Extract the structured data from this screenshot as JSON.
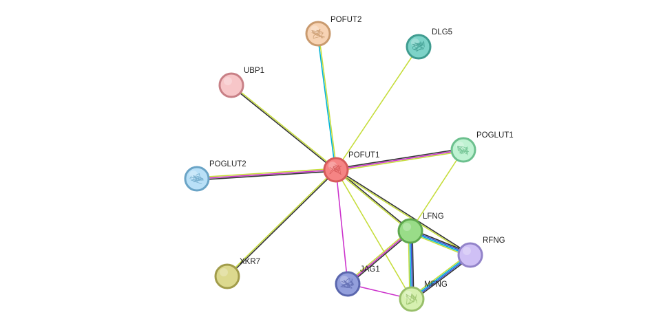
{
  "network": {
    "nodes": [
      {
        "id": "POFUT1",
        "label": "POFUT1",
        "fill": "#f58484",
        "stroke": "#d65a5a",
        "glyph": "structure"
      },
      {
        "id": "POFUT2",
        "label": "POFUT2",
        "fill": "#f7d3b4",
        "stroke": "#c99a6e",
        "glyph": "structure"
      },
      {
        "id": "DLG5",
        "label": "DLG5",
        "fill": "#7dd3c8",
        "stroke": "#3f9c90",
        "glyph": "structure"
      },
      {
        "id": "UBP1",
        "label": "UBP1",
        "fill": "#f7c6c8",
        "stroke": "#c88086",
        "glyph": "none"
      },
      {
        "id": "POGLUT1",
        "label": "POGLUT1",
        "fill": "#bff2d2",
        "stroke": "#6cc08e",
        "glyph": "structure"
      },
      {
        "id": "POGLUT2",
        "label": "POGLUT2",
        "fill": "#b9e0f7",
        "stroke": "#6aa4c6",
        "glyph": "structure"
      },
      {
        "id": "LFNG",
        "label": "LFNG",
        "fill": "#99dc88",
        "stroke": "#5ea84e",
        "glyph": "none"
      },
      {
        "id": "RFNG",
        "label": "RFNG",
        "fill": "#cfc0f5",
        "stroke": "#9283c9",
        "glyph": "none"
      },
      {
        "id": "XKR7",
        "label": "XKR7",
        "fill": "#dcd98e",
        "stroke": "#a19c4a",
        "glyph": "none"
      },
      {
        "id": "JAG1",
        "label": "JAG1",
        "fill": "#939fdc",
        "stroke": "#5a66ad",
        "glyph": "structure"
      },
      {
        "id": "MFNG",
        "label": "MFNG",
        "fill": "#d6f0b0",
        "stroke": "#98bf6a",
        "glyph": "structure"
      }
    ],
    "edges": [
      {
        "source": "POFUT1",
        "target": "POFUT2",
        "colors": [
          "#00b3d6",
          "#c6dd3c"
        ]
      },
      {
        "source": "POFUT1",
        "target": "DLG5",
        "colors": [
          "#c6dd3c"
        ]
      },
      {
        "source": "POFUT1",
        "target": "UBP1",
        "colors": [
          "#333333",
          "#c6dd3c"
        ]
      },
      {
        "source": "POFUT1",
        "target": "POGLUT1",
        "colors": [
          "#333333",
          "#cc33cc",
          "#c6dd3c"
        ]
      },
      {
        "source": "POFUT1",
        "target": "POGLUT2",
        "colors": [
          "#333333",
          "#cc33cc",
          "#c6dd3c"
        ]
      },
      {
        "source": "POFUT1",
        "target": "XKR7",
        "colors": [
          "#333333",
          "#c6dd3c"
        ]
      },
      {
        "source": "POFUT1",
        "target": "LFNG",
        "colors": [
          "#333333",
          "#c6dd3c"
        ]
      },
      {
        "source": "POFUT1",
        "target": "RFNG",
        "colors": [
          "#333333",
          "#c6dd3c"
        ]
      },
      {
        "source": "POFUT1",
        "target": "JAG1",
        "colors": [
          "#cc33cc"
        ]
      },
      {
        "source": "POFUT1",
        "target": "MFNG",
        "colors": [
          "#c6dd3c"
        ]
      },
      {
        "source": "POGLUT1",
        "target": "LFNG",
        "colors": [
          "#c6dd3c"
        ]
      },
      {
        "source": "LFNG",
        "target": "RFNG",
        "colors": [
          "#333333",
          "#3355dd",
          "#00b3d6",
          "#c6dd3c"
        ]
      },
      {
        "source": "LFNG",
        "target": "MFNG",
        "colors": [
          "#333333",
          "#3355dd",
          "#00b3d6",
          "#c6dd3c"
        ]
      },
      {
        "source": "LFNG",
        "target": "JAG1",
        "colors": [
          "#333333",
          "#cc33cc",
          "#c6dd3c"
        ]
      },
      {
        "source": "RFNG",
        "target": "MFNG",
        "colors": [
          "#333333",
          "#3355dd",
          "#00b3d6",
          "#c6dd3c"
        ]
      },
      {
        "source": "JAG1",
        "target": "MFNG",
        "colors": [
          "#cc33cc"
        ]
      }
    ]
  }
}
